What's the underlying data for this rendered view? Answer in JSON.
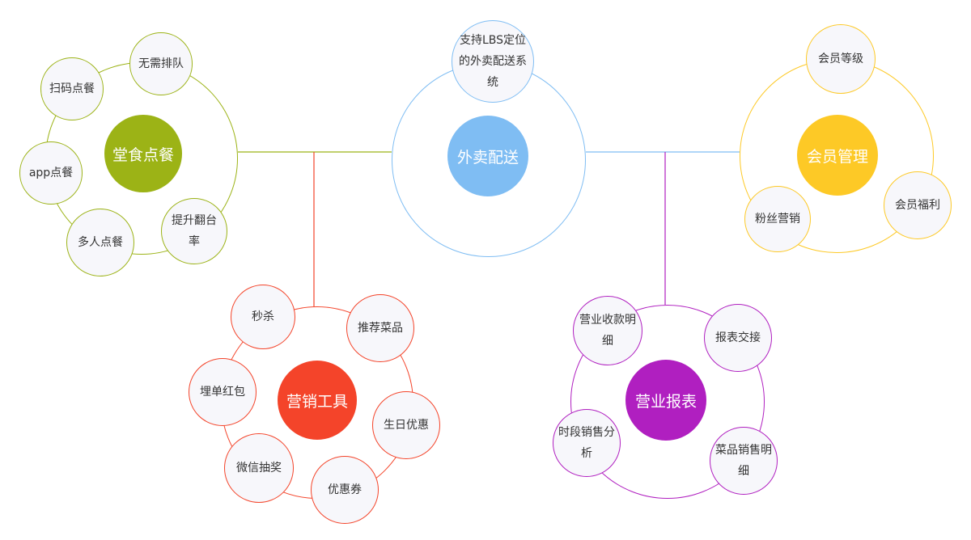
{
  "colors": {
    "dine": "#9cb316",
    "delivery": "#7fbdf3",
    "membership": "#fdc926",
    "marketing": "#f4442a",
    "reports": "#b01fc0",
    "node_fill": "#f7f7fb"
  },
  "center": {
    "label": "外卖配送",
    "sub": "支持LBS定位的外卖配送系统"
  },
  "dine_in": {
    "label": "堂食点餐",
    "items": [
      "无需排队",
      "扫码点餐",
      "app点餐",
      "多人点餐",
      "提升翻台率"
    ]
  },
  "membership": {
    "label": "会员管理",
    "items": [
      "会员等级",
      "会员福利",
      "粉丝营销"
    ]
  },
  "marketing": {
    "label": "营销工具",
    "items": [
      "秒杀",
      "推荐菜品",
      "埋单红包",
      "生日优惠",
      "微信抽奖",
      "优惠券"
    ]
  },
  "reports": {
    "label": "营业报表",
    "items": [
      "营业收款明细",
      "报表交接",
      "时段销售分析",
      "菜品销售明细"
    ]
  }
}
